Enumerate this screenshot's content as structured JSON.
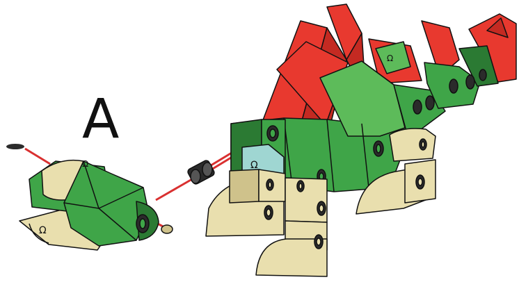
{
  "step_label": "A",
  "colors": {
    "red": "#e8392f",
    "red_dark": "#c42a22",
    "green": "#3fa548",
    "green_light": "#5dbb5a",
    "green_dark": "#2b7a33",
    "tan": "#e9dfae",
    "tan_dark": "#cfc28b",
    "teal": "#9fd6d2",
    "dark": "#2b2b2b",
    "guide_line": "#d93030",
    "outline": "#111111"
  },
  "parts": {
    "head": "dinosaur-head-assembly",
    "connector": "double-peg-connector",
    "body": "stegosaurus-body-assembly",
    "pin": "small-pin"
  }
}
